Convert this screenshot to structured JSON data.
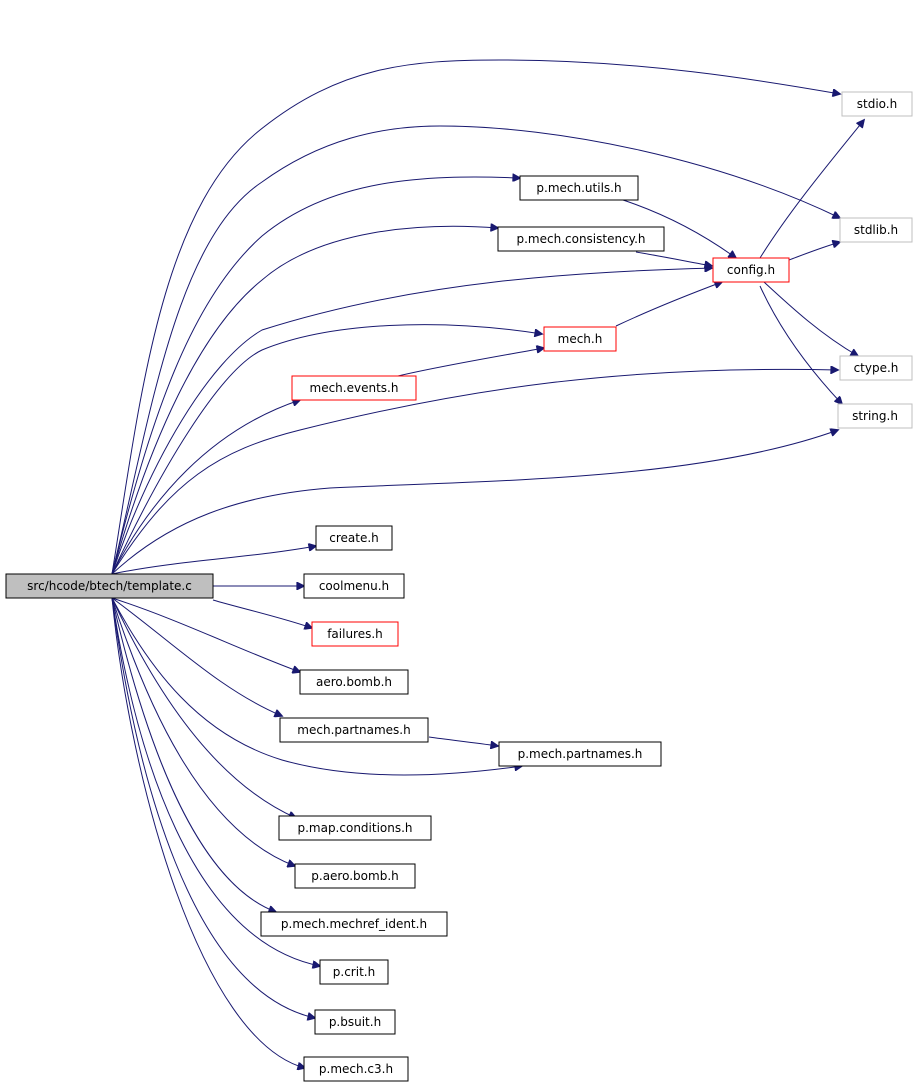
{
  "nodes": {
    "root": {
      "label": "src/hcode/btech/template.c",
      "style": "root"
    },
    "stdio": {
      "label": "stdio.h",
      "style": "system"
    },
    "stdlib": {
      "label": "stdlib.h",
      "style": "system"
    },
    "ctype": {
      "label": "ctype.h",
      "style": "system"
    },
    "string": {
      "label": "string.h",
      "style": "system"
    },
    "config": {
      "label": "config.h",
      "style": "red"
    },
    "mech": {
      "label": "mech.h",
      "style": "red"
    },
    "mechevents": {
      "label": "mech.events.h",
      "style": "red"
    },
    "failures": {
      "label": "failures.h",
      "style": "red"
    },
    "pmechutils": {
      "label": "p.mech.utils.h",
      "style": "normal"
    },
    "pmechconsistency": {
      "label": "p.mech.consistency.h",
      "style": "normal"
    },
    "create": {
      "label": "create.h",
      "style": "normal"
    },
    "coolmenu": {
      "label": "coolmenu.h",
      "style": "normal"
    },
    "aerobomb": {
      "label": "aero.bomb.h",
      "style": "normal"
    },
    "mechpartnames": {
      "label": "mech.partnames.h",
      "style": "normal"
    },
    "pmechpartnames": {
      "label": "p.mech.partnames.h",
      "style": "normal"
    },
    "pmapconditions": {
      "label": "p.map.conditions.h",
      "style": "normal"
    },
    "paerobomb": {
      "label": "p.aero.bomb.h",
      "style": "normal"
    },
    "pmechmechref": {
      "label": "p.mech.mechref_ident.h",
      "style": "normal"
    },
    "pcrit": {
      "label": "p.crit.h",
      "style": "normal"
    },
    "pbsuit": {
      "label": "p.bsuit.h",
      "style": "normal"
    },
    "pmechc3": {
      "label": "p.mech.c3.h",
      "style": "normal"
    }
  },
  "colors": {
    "edge": "#191970",
    "root_fill": "#bfbfbf",
    "red_border": "#ff0000",
    "system_border": "#bfbfbf",
    "normal_border": "#000000"
  }
}
